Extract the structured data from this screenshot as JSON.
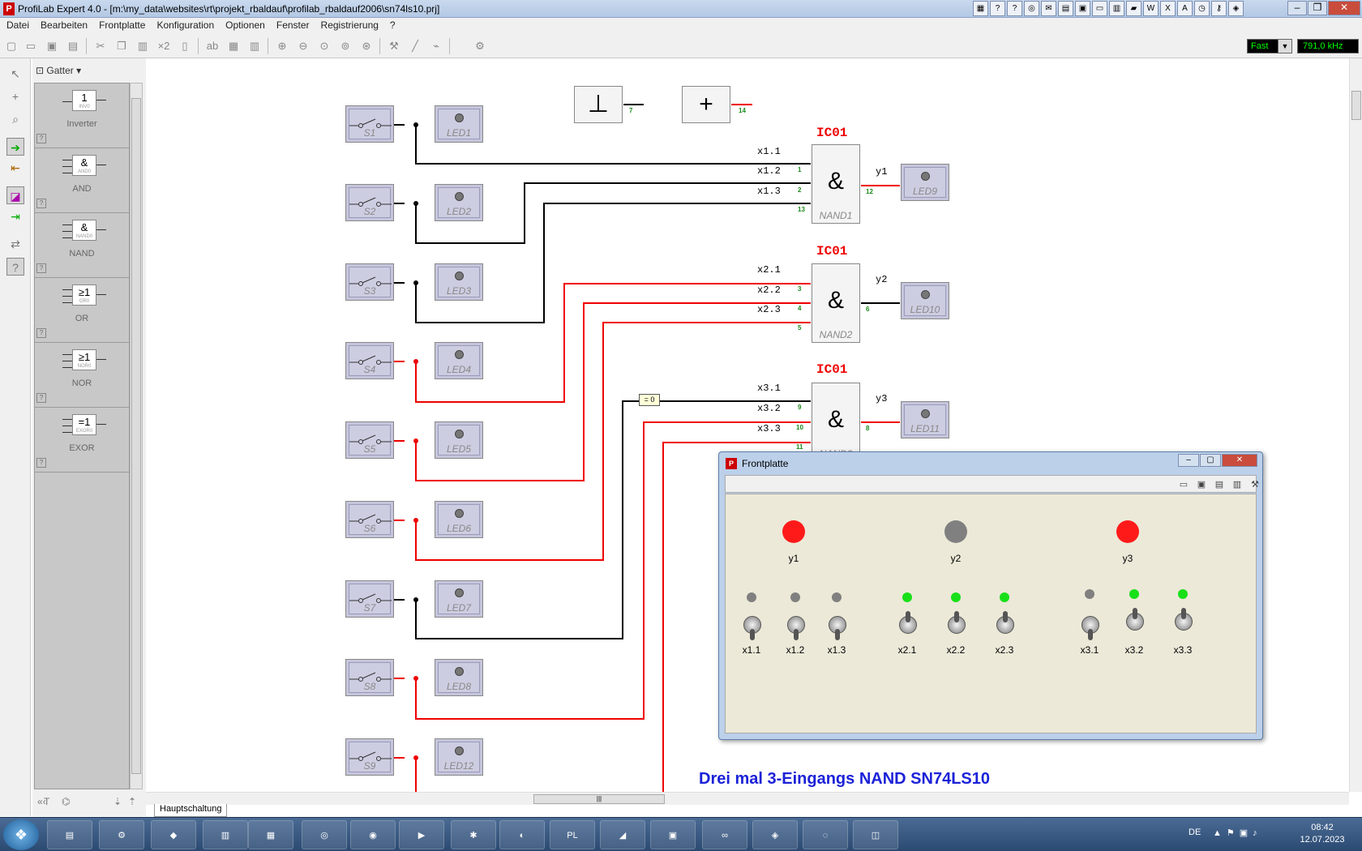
{
  "app": {
    "title": "ProfiLab Expert 4.0 - [m:\\my_data\\websites\\rt\\projekt_rbaldauf\\profilab_rbaldauf2006\\sn74ls10.prj]",
    "icon_label": "P"
  },
  "menu": [
    "Datei",
    "Bearbeiten",
    "Frontplatte",
    "Konfiguration",
    "Optionen",
    "Fenster",
    "Registrierung",
    "?"
  ],
  "toolbar": {
    "speed_mode": "Fast",
    "frequency": "791,0 kHz"
  },
  "palette": {
    "category": "Gatter",
    "items": [
      {
        "symbol": "1",
        "sub": "INV0",
        "label": "Inverter"
      },
      {
        "symbol": "&",
        "sub": "AND0",
        "label": "AND"
      },
      {
        "symbol": "&",
        "sub": "NAND0",
        "label": "NAND"
      },
      {
        "symbol": "≥1",
        "sub": "OR0",
        "label": "OR"
      },
      {
        "symbol": "≥1",
        "sub": "NOR0",
        "label": "NOR"
      },
      {
        "symbol": "=1",
        "sub": "EXOR0",
        "label": "EXOR"
      }
    ],
    "help": "?"
  },
  "schematic": {
    "switches": [
      "S1",
      "S2",
      "S3",
      "S4",
      "S5",
      "S6",
      "S7",
      "S8",
      "S9"
    ],
    "input_leds": [
      "LED1",
      "LED2",
      "LED3",
      "LED4",
      "LED5",
      "LED6",
      "LED7",
      "LED8",
      "LED12"
    ],
    "gates": [
      {
        "chip": "IC01",
        "name": "NAND1",
        "symbol": "&",
        "inputs": [
          "x1.1",
          "x1.2",
          "x1.3"
        ],
        "pins_in": [
          "1",
          "2",
          "13"
        ],
        "pin_out": "12",
        "output": "y1",
        "out_led": "LED9"
      },
      {
        "chip": "IC01",
        "name": "NAND2",
        "symbol": "&",
        "inputs": [
          "x2.1",
          "x2.2",
          "x2.3"
        ],
        "pins_in": [
          "3",
          "4",
          "5"
        ],
        "pin_out": "6",
        "output": "y2",
        "out_led": "LED10"
      },
      {
        "chip": "IC01",
        "name": "NAND3",
        "symbol": "&",
        "inputs": [
          "x3.1",
          "x3.2",
          "x3.3"
        ],
        "pins_in": [
          "9",
          "10",
          "11"
        ],
        "pin_out": "8",
        "output": "y3",
        "out_led": "LED11"
      }
    ],
    "ground": {
      "symbol": "⊥",
      "pin": "7"
    },
    "vcc": {
      "symbol": "+",
      "pin": "14"
    },
    "eq_zero": "= 0",
    "caption": "Drei mal 3-Eingangs NAND SN74LS10",
    "sheet_tab": "Hauptschaltung"
  },
  "frontplatte": {
    "title": "Frontplatte",
    "outputs": [
      {
        "label": "y1",
        "color": "#ff1a1a"
      },
      {
        "label": "y2",
        "color": "#808080"
      },
      {
        "label": "y3",
        "color": "#ff1a1a"
      }
    ],
    "inputs": [
      {
        "label": "x1.1",
        "state": "off"
      },
      {
        "label": "x1.2",
        "state": "off"
      },
      {
        "label": "x1.3",
        "state": "off"
      },
      {
        "label": "x2.1",
        "state": "on"
      },
      {
        "label": "x2.2",
        "state": "on"
      },
      {
        "label": "x2.3",
        "state": "on"
      },
      {
        "label": "x3.1",
        "state": "off"
      },
      {
        "label": "x3.2",
        "state": "on"
      },
      {
        "label": "x3.3",
        "state": "on"
      }
    ]
  },
  "colors": {
    "wire_off": "#000000",
    "wire_on": "#e00000",
    "led_on": "#18e018",
    "led_off": "#808080"
  },
  "taskbar": {
    "lang": "DE",
    "time": "08:42",
    "date": "12.07.2023"
  }
}
